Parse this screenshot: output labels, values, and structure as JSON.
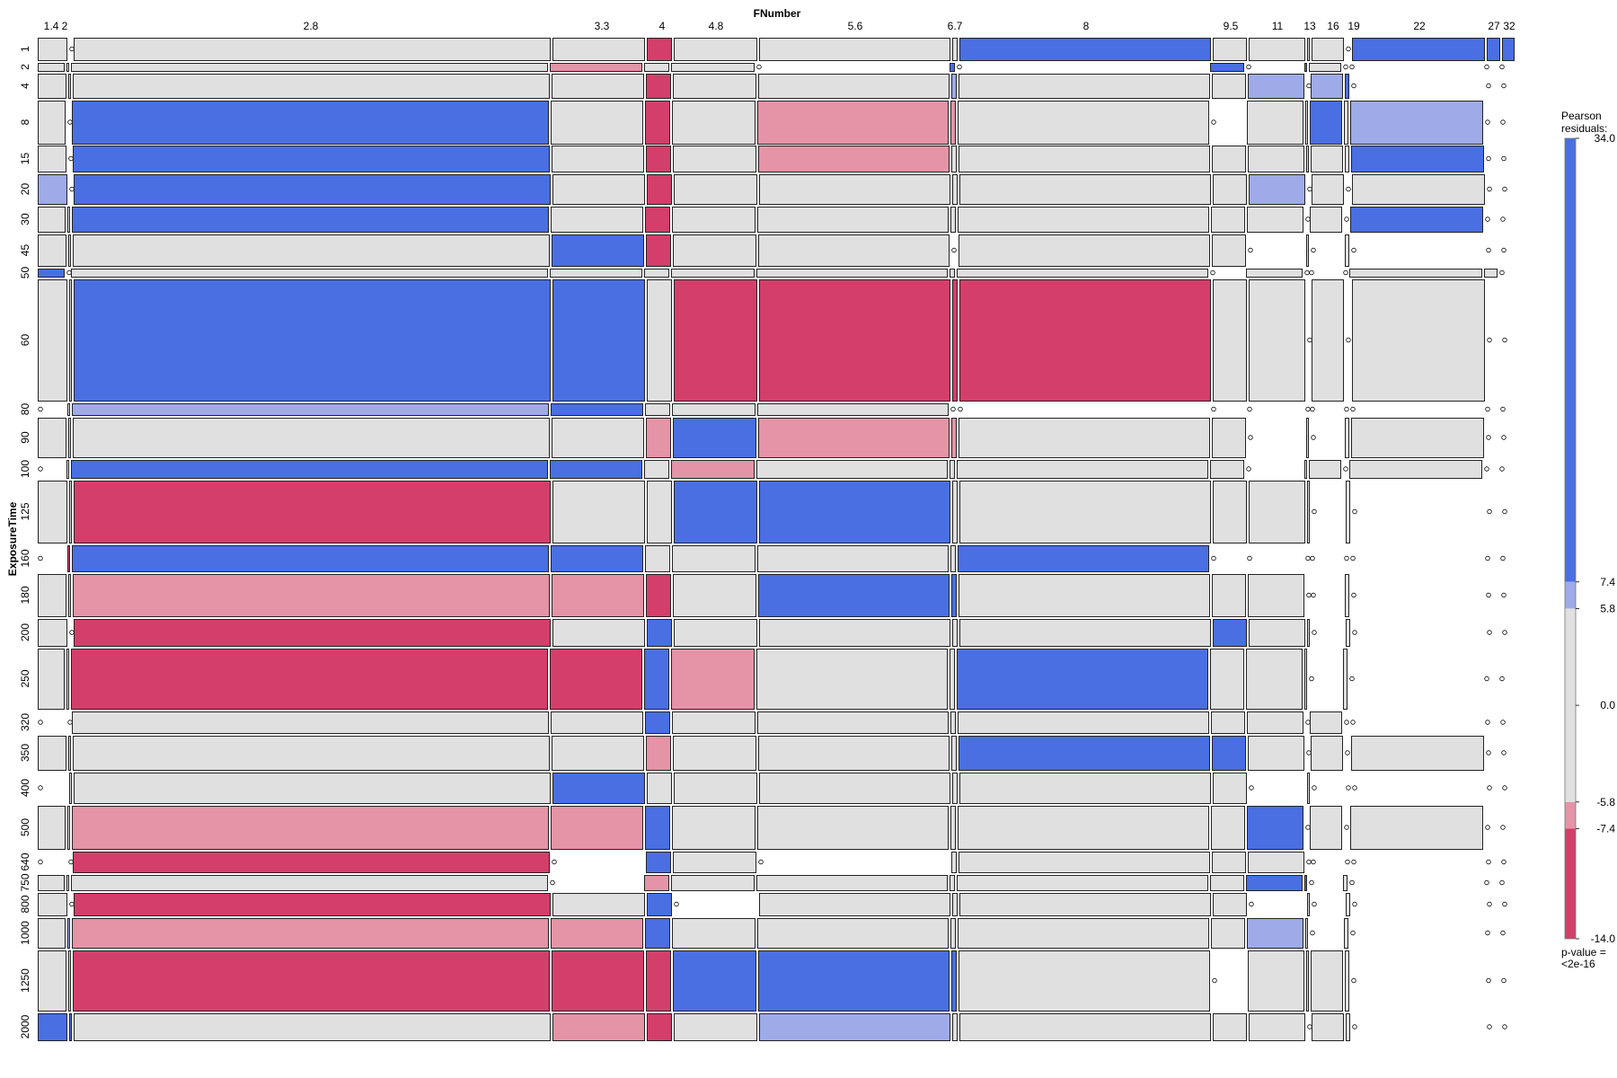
{
  "chart_data": {
    "type": "mosaic",
    "xlabel": "FNumber",
    "ylabel": "ExposureTime",
    "x_categories": [
      "1.4",
      "2",
      "2.8",
      "3.3",
      "4",
      "4.8",
      "5.6",
      "6.7",
      "8",
      "9.5",
      "11",
      "13",
      "16",
      "19",
      "22",
      "27",
      "32"
    ],
    "y_categories": [
      "1",
      "2",
      "4",
      "8",
      "15",
      "20",
      "30",
      "45",
      "50",
      "60",
      "80",
      "90",
      "100",
      "125",
      "160",
      "180",
      "200",
      "250",
      "320",
      "350",
      "400",
      "500",
      "640",
      "750",
      "800",
      "1000",
      "1250",
      "2000"
    ],
    "legend": {
      "title_line1": "Pearson",
      "title_line2": "residuals:",
      "ticks": [
        "34.0",
        "7.4",
        "5.8",
        "0.0",
        "-5.8",
        "-7.4",
        "-14.0"
      ],
      "pvalue_line1": "p-value =",
      "pvalue_line2": "<2e-16",
      "range": [
        -14.0,
        34.0
      ],
      "cutoffs": [
        -7.4,
        -5.8,
        5.8,
        7.4
      ]
    },
    "shading_colors": {
      "strong_positive": "#4a6fe3",
      "moderate_positive": "#9eabe8",
      "neutral": "#e0e0e0",
      "moderate_negative": "#e494a6",
      "strong_negative": "#d33f6a"
    },
    "rows": [
      {
        "exposure": "1",
        "cells": [
          "n",
          "z",
          "n",
          "n",
          "s-",
          "n",
          "n",
          "n",
          "s+",
          "n",
          "n",
          "n",
          "n",
          "z",
          "s+",
          "s+",
          "s+"
        ]
      },
      {
        "exposure": "2",
        "cells": [
          "n",
          "n",
          "n",
          "m-",
          "n",
          "n",
          "z",
          "s+",
          "z",
          "s+",
          "z",
          "s+",
          "n",
          "z",
          "z",
          "z",
          "z"
        ]
      },
      {
        "exposure": "4",
        "cells": [
          "n",
          "n",
          "n",
          "n",
          "s-",
          "n",
          "n",
          "m+",
          "n",
          "n",
          "m+",
          "z",
          "m+",
          "s+",
          "z",
          "z",
          "z"
        ]
      },
      {
        "exposure": "8",
        "cells": [
          "n",
          "z",
          "s+",
          "n",
          "s-",
          "n",
          "m-",
          "m-",
          "n",
          "z",
          "n",
          "n",
          "s+",
          "n",
          "m+",
          "z",
          "z"
        ]
      },
      {
        "exposure": "15",
        "cells": [
          "n",
          "z",
          "s+",
          "n",
          "s-",
          "n",
          "m-",
          "n",
          "n",
          "n",
          "n",
          "n",
          "n",
          "n",
          "s+",
          "z",
          "z"
        ]
      },
      {
        "exposure": "20",
        "cells": [
          "m+",
          "z",
          "s+",
          "n",
          "s-",
          "n",
          "n",
          "n",
          "n",
          "n",
          "m+",
          "z",
          "n",
          "z",
          "n",
          "z",
          "z"
        ]
      },
      {
        "exposure": "30",
        "cells": [
          "n",
          "n",
          "s+",
          "n",
          "s-",
          "n",
          "n",
          "n",
          "n",
          "n",
          "n",
          "z",
          "n",
          "z",
          "s+",
          "z",
          "z"
        ]
      },
      {
        "exposure": "45",
        "cells": [
          "n",
          "n",
          "n",
          "s+",
          "s-",
          "n",
          "n",
          "z",
          "n",
          "n",
          "z",
          "n",
          "z",
          "n",
          "z",
          "z",
          "z"
        ]
      },
      {
        "exposure": "50",
        "cells": [
          "s+",
          "z",
          "n",
          "n",
          "n",
          "n",
          "n",
          "n",
          "n",
          "z",
          "n",
          "z",
          "z",
          "z",
          "n",
          "n",
          "z"
        ]
      },
      {
        "exposure": "60",
        "cells": [
          "n",
          "n",
          "s+",
          "s+",
          "n",
          "s-",
          "s-",
          "s-",
          "s-",
          "n",
          "n",
          "z",
          "n",
          "z",
          "n",
          "z",
          "z"
        ]
      },
      {
        "exposure": "80",
        "cells": [
          "z",
          "n",
          "m+",
          "s+",
          "n",
          "n",
          "n",
          "z",
          "z",
          "z",
          "z",
          "z",
          "z",
          "z",
          "z",
          "z",
          "z"
        ]
      },
      {
        "exposure": "90",
        "cells": [
          "n",
          "n",
          "n",
          "n",
          "m-",
          "s+",
          "m-",
          "m-",
          "n",
          "n",
          "z",
          "n",
          "z",
          "n",
          "n",
          "z",
          "z"
        ]
      },
      {
        "exposure": "100",
        "cells": [
          "z",
          "n",
          "s+",
          "s+",
          "n",
          "m-",
          "n",
          "n",
          "n",
          "n",
          "z",
          "n",
          "n",
          "z",
          "n",
          "z",
          "z"
        ]
      },
      {
        "exposure": "125",
        "cells": [
          "n",
          "n",
          "s-",
          "n",
          "n",
          "s+",
          "s+",
          "n",
          "n",
          "n",
          "n",
          "n",
          "z",
          "n",
          "z",
          "z",
          "z"
        ]
      },
      {
        "exposure": "160",
        "cells": [
          "z",
          "s-",
          "s+",
          "s+",
          "n",
          "n",
          "n",
          "n",
          "s+",
          "z",
          "z",
          "z",
          "z",
          "z",
          "z",
          "z",
          "z"
        ]
      },
      {
        "exposure": "180",
        "cells": [
          "n",
          "n",
          "m-",
          "m-",
          "s-",
          "n",
          "s+",
          "s+",
          "n",
          "n",
          "n",
          "z",
          "z",
          "n",
          "z",
          "z",
          "z"
        ]
      },
      {
        "exposure": "200",
        "cells": [
          "n",
          "z",
          "s-",
          "n",
          "s+",
          "n",
          "n",
          "n",
          "n",
          "s+",
          "n",
          "n",
          "z",
          "n",
          "z",
          "z",
          "z"
        ]
      },
      {
        "exposure": "250",
        "cells": [
          "n",
          "n",
          "s-",
          "s-",
          "s+",
          "m-",
          "n",
          "n",
          "s+",
          "n",
          "n",
          "n",
          "z",
          "n",
          "z",
          "z",
          "z"
        ]
      },
      {
        "exposure": "320",
        "cells": [
          "z",
          "z",
          "n",
          "n",
          "s+",
          "n",
          "n",
          "n",
          "n",
          "n",
          "n",
          "z",
          "n",
          "z",
          "z",
          "z",
          "z"
        ]
      },
      {
        "exposure": "350",
        "cells": [
          "n",
          "n",
          "n",
          "n",
          "m-",
          "n",
          "n",
          "n",
          "s+",
          "s+",
          "n",
          "z",
          "n",
          "z",
          "n",
          "z",
          "z"
        ]
      },
      {
        "exposure": "400",
        "cells": [
          "z",
          "n",
          "n",
          "s+",
          "n",
          "n",
          "n",
          "n",
          "n",
          "n",
          "z",
          "n",
          "z",
          "z",
          "z",
          "z",
          "z"
        ]
      },
      {
        "exposure": "500",
        "cells": [
          "n",
          "n",
          "m-",
          "m-",
          "s+",
          "n",
          "n",
          "n",
          "n",
          "n",
          "s+",
          "z",
          "n",
          "z",
          "n",
          "z",
          "z"
        ]
      },
      {
        "exposure": "640",
        "cells": [
          "z",
          "z",
          "s-",
          "z",
          "s+",
          "n",
          "z",
          "n",
          "n",
          "n",
          "n",
          "z",
          "z",
          "z",
          "z",
          "z",
          "z"
        ]
      },
      {
        "exposure": "750",
        "cells": [
          "n",
          "n",
          "n",
          "z",
          "m-",
          "n",
          "n",
          "n",
          "n",
          "n",
          "s+",
          "s+",
          "z",
          "n",
          "z",
          "z",
          "z"
        ]
      },
      {
        "exposure": "800",
        "cells": [
          "n",
          "z",
          "s-",
          "n",
          "s+",
          "z",
          "n",
          "n",
          "n",
          "n",
          "z",
          "n",
          "z",
          "n",
          "z",
          "z",
          "z"
        ]
      },
      {
        "exposure": "1000",
        "cells": [
          "n",
          "m+",
          "m-",
          "m-",
          "s+",
          "n",
          "n",
          "n",
          "n",
          "n",
          "m+",
          "n",
          "z",
          "n",
          "z",
          "z",
          "z"
        ]
      },
      {
        "exposure": "1250",
        "cells": [
          "n",
          "n",
          "s-",
          "s-",
          "s-",
          "s+",
          "s+",
          "s+",
          "n",
          "z",
          "n",
          "n",
          "n",
          "n",
          "z",
          "z",
          "z"
        ]
      },
      {
        "exposure": "2000",
        "cells": [
          "s+",
          "s+",
          "n",
          "m-",
          "s-",
          "n",
          "m+",
          "n",
          "n",
          "n",
          "n",
          "z",
          "n",
          "n",
          "z",
          "z",
          "z"
        ]
      }
    ]
  }
}
